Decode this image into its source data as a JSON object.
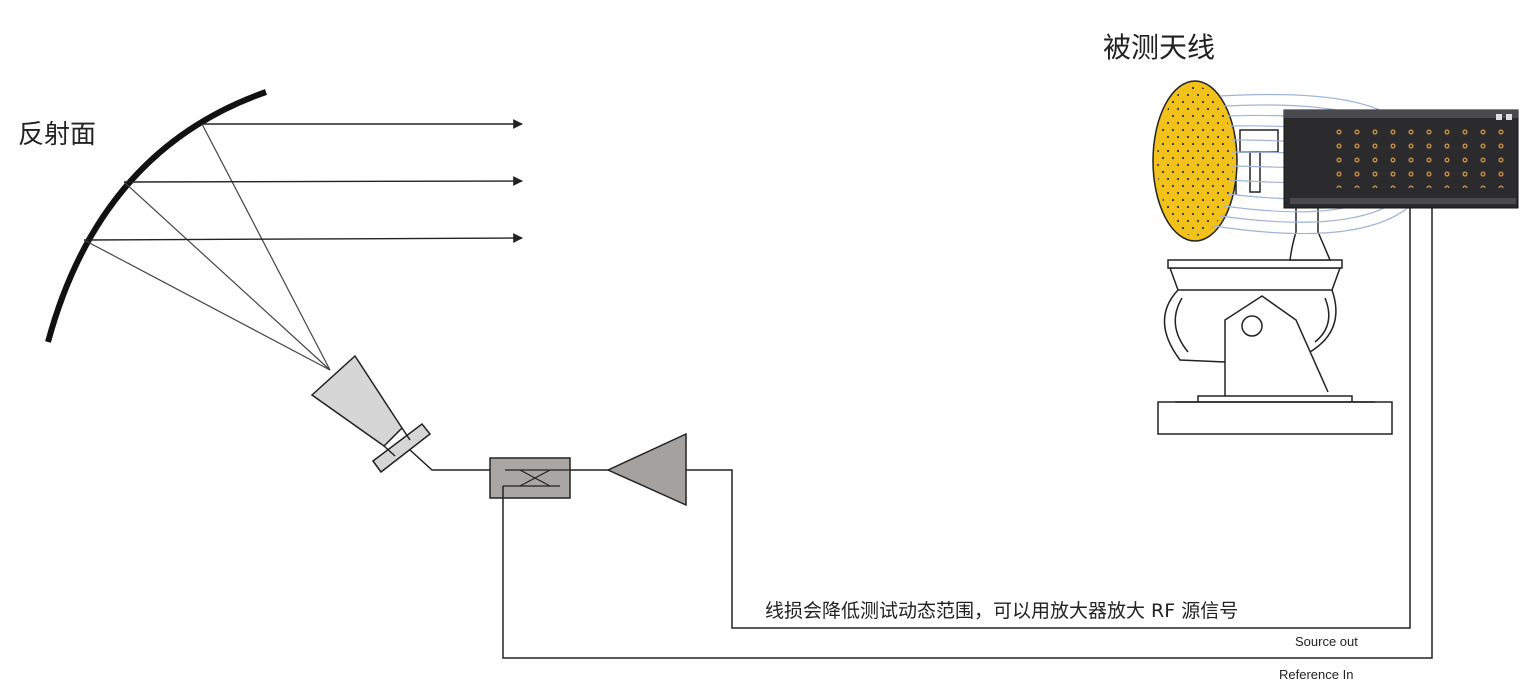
{
  "labels": {
    "reflector": "反射面",
    "antenna_under_test": "被测天线",
    "note": "线损会降低测试动态范围，可以用放大器放大 RF 源信号",
    "source_out": "Source out",
    "reference_in": "Reference In"
  },
  "colors": {
    "line": "#222222",
    "feed_horn": "#d6d6d6",
    "coupler": "#a9a6a4",
    "amplifier": "#a5a19f",
    "antenna_dish": "#f2c21b",
    "cables": "#9fb4d8",
    "analyzer": "#2b2b2e"
  }
}
